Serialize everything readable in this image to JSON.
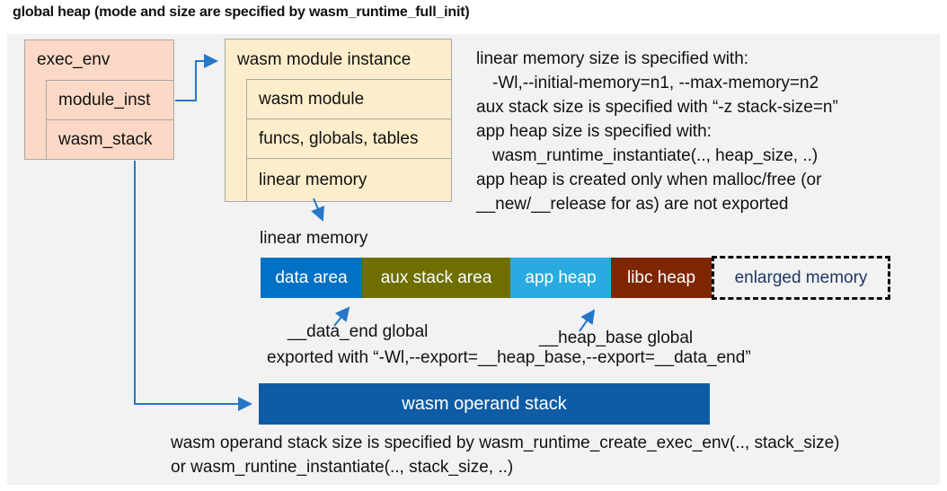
{
  "title": "global heap (mode and size are specified by wasm_runtime_full_init)",
  "exec_env": {
    "title": "exec_env",
    "rows": [
      "module_inst",
      "wasm_stack"
    ]
  },
  "module_instance": {
    "title": "wasm module instance",
    "rows": [
      "wasm module",
      "funcs, globals, tables",
      "linear memory"
    ]
  },
  "notes": {
    "lines": [
      "linear memory size is specified with:",
      "-Wl,--initial-memory=n1, --max-memory=n2",
      "aux stack size is specified with “-z stack-size=n”",
      "app heap size is specified with:",
      "wasm_runtime_instantiate(.., heap_size, ..)",
      "app heap is created only when malloc/free (or",
      "__new/__release for as) are not exported"
    ]
  },
  "linear_memory_label": "linear memory",
  "memory_bar": {
    "segments": [
      {
        "label": "data area",
        "color": "#0071c5"
      },
      {
        "label": "aux stack area",
        "color": "#6e6f00"
      },
      {
        "label": "app heap",
        "color": "#29abe2"
      },
      {
        "label": "libc heap",
        "color": "#7e2600"
      },
      {
        "label": "enlarged memory",
        "color": "#f2f2f2",
        "text_color": "#1f3864"
      }
    ]
  },
  "annotations": {
    "data_end": "__data_end global",
    "heap_base": "__heap_base global",
    "exported": "exported with “-Wl,--export=__heap_base,--export=__data_end”"
  },
  "operand_stack_label": "wasm operand stack",
  "footer": {
    "lines": [
      "wasm operand stack size is specified by wasm_runtime_create_exec_env(.., stack_size)",
      "or wasm_runtine_instantiate(.., stack_size, ..)"
    ]
  },
  "colors": {
    "panel": "#f2f2f2",
    "salmon_box": "#fbd9c6",
    "cream_box": "#fdeecb",
    "box_border": "#a8a8a8",
    "arrow": "#2677c8",
    "operand_bar": "#0e5ca6",
    "navy_text": "#1f3864"
  }
}
